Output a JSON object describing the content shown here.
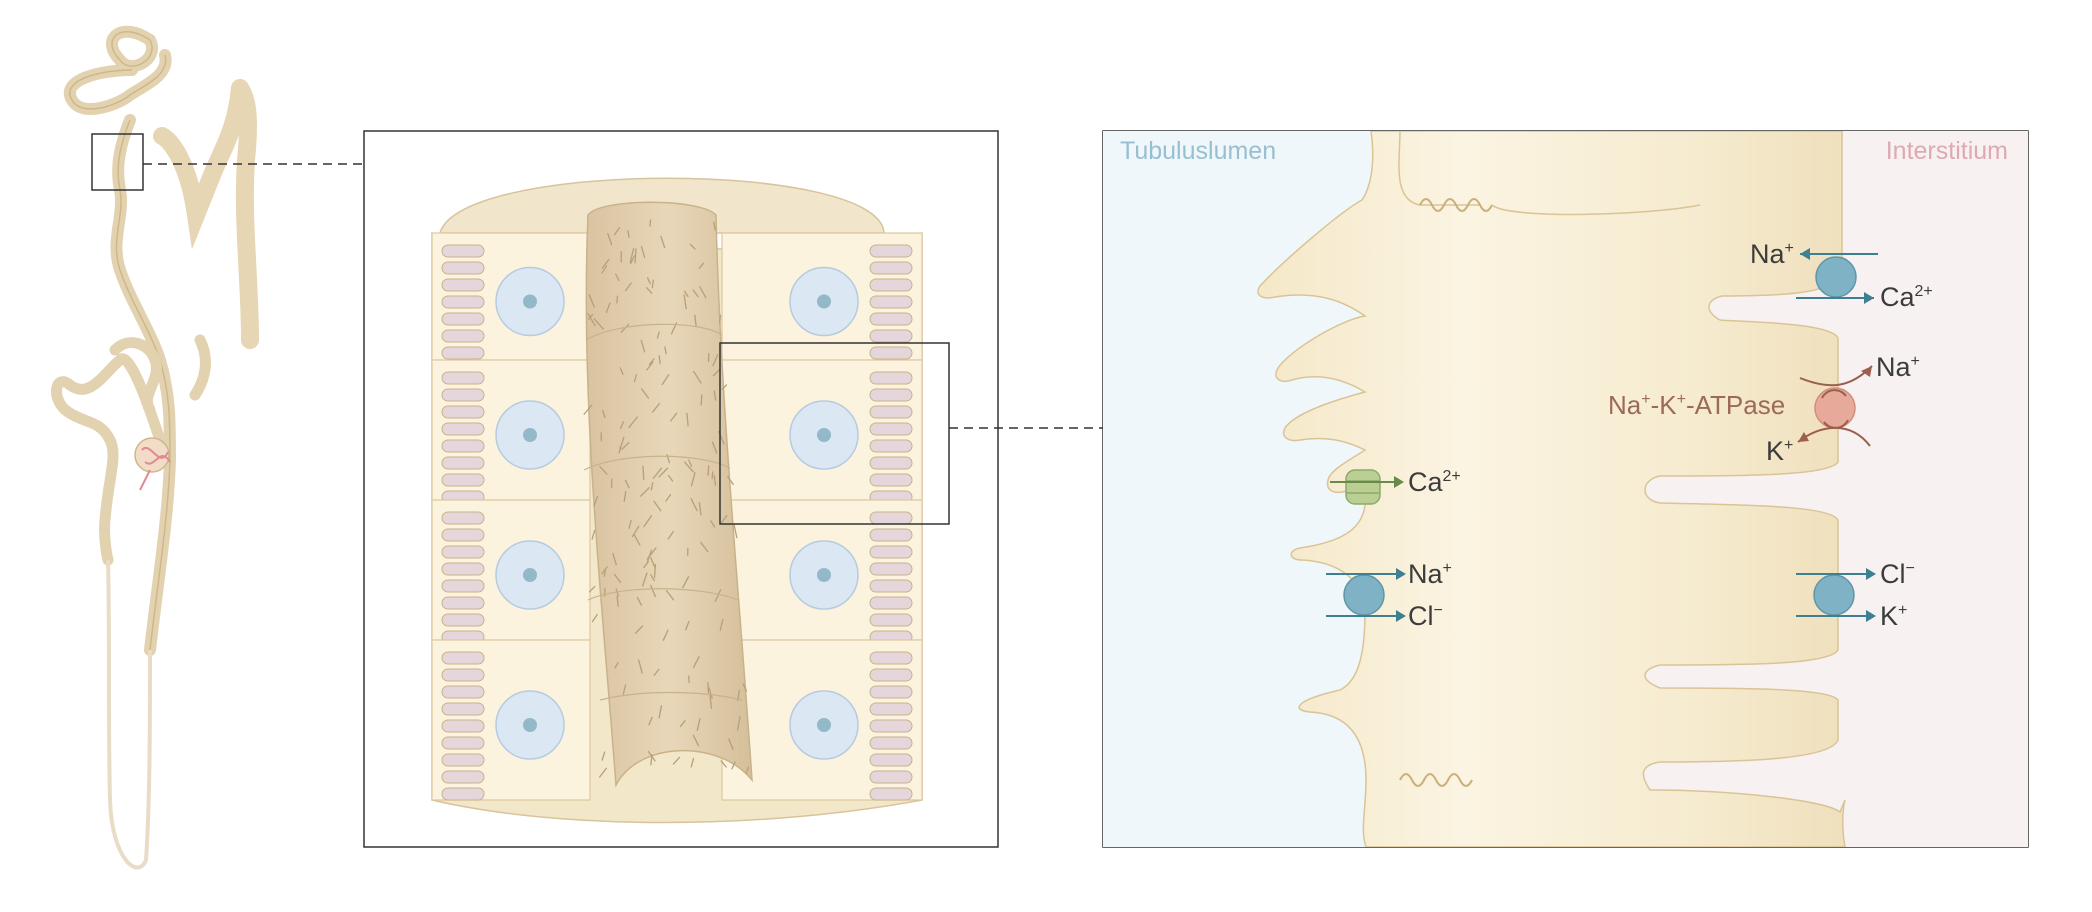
{
  "figure": {
    "region_left": "Tubuluslumen",
    "region_right": "Interstitium"
  },
  "transporters": {
    "apical_ca_channel": {
      "ion": "Ca",
      "charge": "2+"
    },
    "apical_nacl_symporter": {
      "ion1": "Na",
      "ion1_charge": "+",
      "ion2": "Cl",
      "ion2_charge": "−"
    },
    "basolateral_nca_exchanger": {
      "ion1": "Na",
      "ion1_charge": "+",
      "ion2": "Ca",
      "ion2_charge": "2+"
    },
    "atpase": {
      "label_na": "Na",
      "label_na_charge": "+",
      "label_mid": "-K",
      "label_mid_charge": "+",
      "label_end": "-ATPase",
      "ion_out": "Na",
      "ion_out_charge": "+",
      "ion_in": "K",
      "ion_in_charge": "+"
    },
    "basolateral_kcl_cotransporter": {
      "ion1": "Cl",
      "ion1_charge": "−",
      "ion2": "K",
      "ion2_charge": "+"
    }
  },
  "colors": {
    "tubule": "#e3d2b0",
    "tubule_outline": "#cbb88e",
    "lumen": "#f0f7fb",
    "interstitium": "#f8f1f2",
    "cell_cytoplasm": "#f7ecd2",
    "nucleus": "#dbe7f2",
    "nucleolus": "#93b9c8",
    "transporter_blue": "#7fb2c4",
    "transporter_arrow": "#3f7f92",
    "atpase_fill": "#e7aa9a",
    "atpase_arrow": "#9c5f4d",
    "ca_channel": "#b9cf94",
    "region_left_text": "#96bfd2",
    "region_right_text": "#dcaab0",
    "atpase_text": "#9c6a58"
  }
}
